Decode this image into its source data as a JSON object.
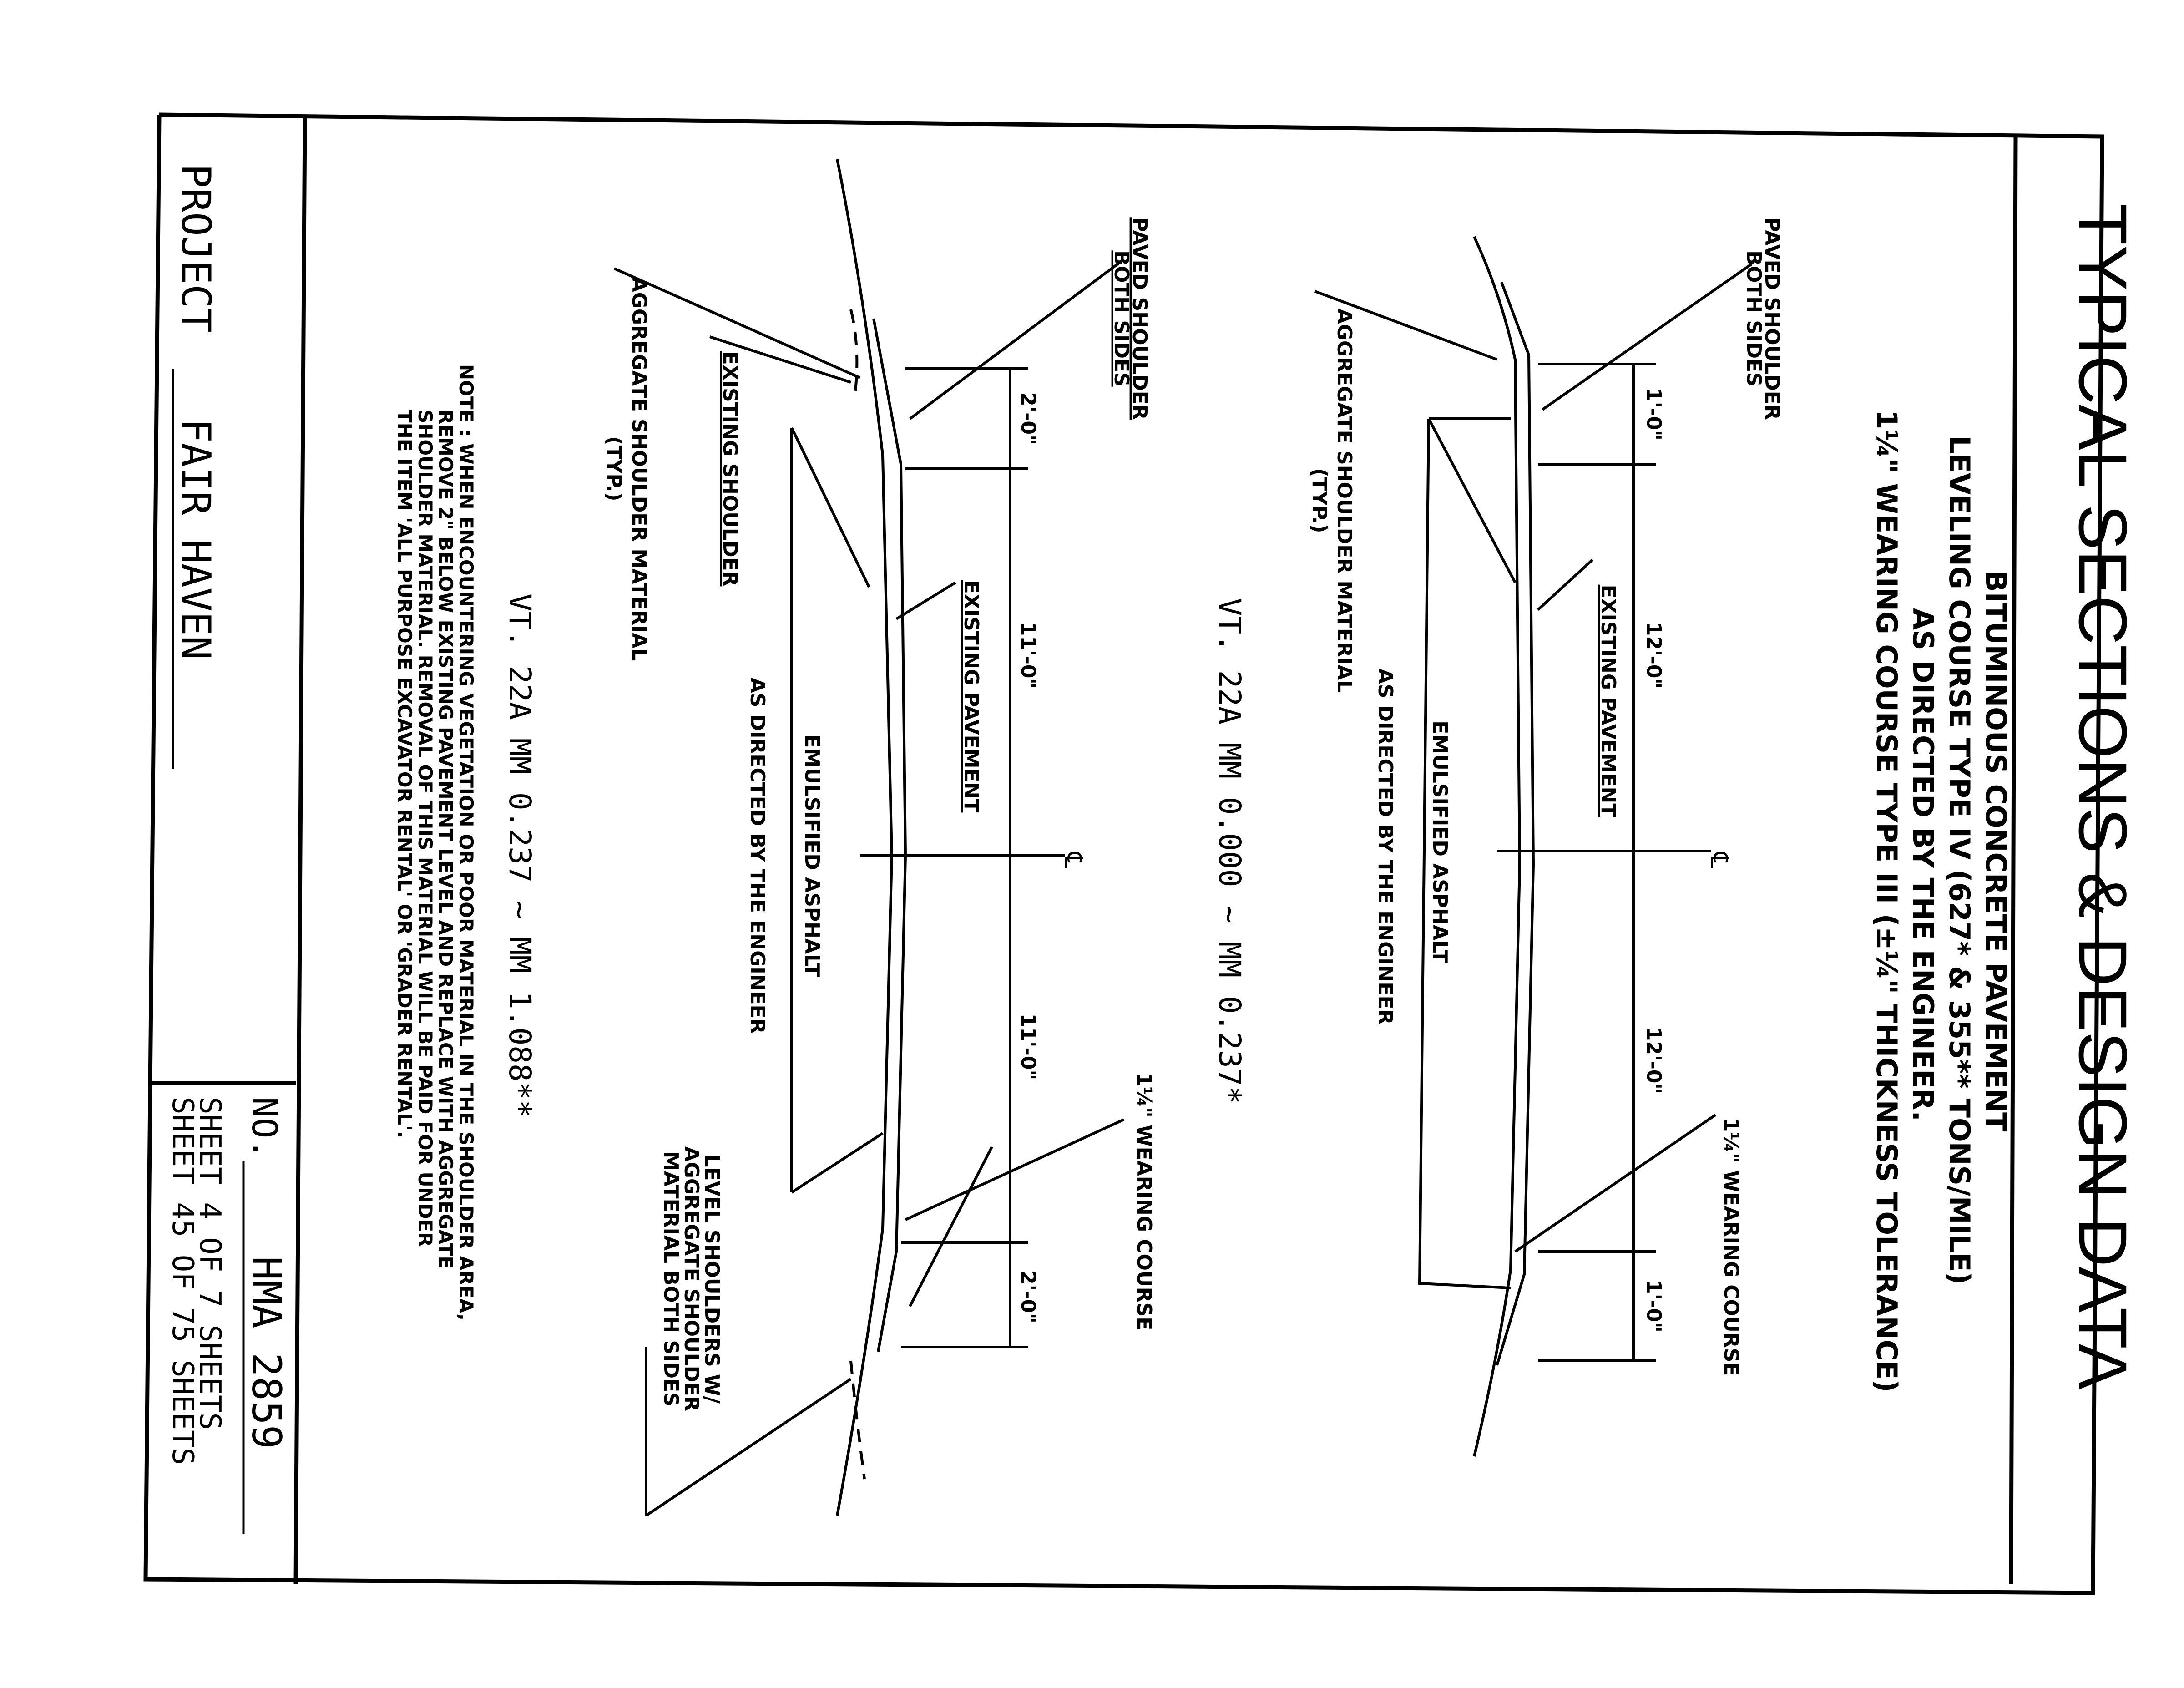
{
  "header": {
    "title": "TYPICAL SECTIONS & DESIGN DATA",
    "line1": "BITUMINOUS CONCRETE PAVEMENT",
    "line2": "LEVELING COURSE TYPE IV (627* & 355** TONS/MILE)",
    "line3": "AS DIRECTED BY THE ENGINEER.",
    "line4": "1¼\" WEARING COURSE TYPE III (±¼\" THICKNESS TOLERANCE)"
  },
  "section1": {
    "paved_shoulder": "PAVED SHOULDER",
    "both_sides": "BOTH SIDES",
    "aggregate": "AGGREGATE SHOULDER MATERIAL",
    "typ": "(TYP.)",
    "existing_pavement": "EXISTING PAVEMENT",
    "emulsified": "EMULSIFIED ASPHALT",
    "as_directed": "AS DIRECTED BY THE ENGINEER",
    "wearing": "1¼\" WEARING COURSE",
    "dim_shoulder_left": "1'-0\"",
    "dim_lane_left": "12'-0\"",
    "dim_lane_right": "12'-0\"",
    "dim_shoulder_right": "1'-0\"",
    "centerline": "℄",
    "caption": "VT. 22A   MM 0.000 ~ MM 0.237*"
  },
  "section2": {
    "paved_shoulder": "PAVED SHOULDER",
    "both_sides": "BOTH SIDES",
    "aggregate": "AGGREGATE SHOULDER MATERIAL",
    "typ": "(TYP.)",
    "existing_shoulder": "EXISTING SHOULDER",
    "existing_pavement": "EXISTING PAVEMENT",
    "emulsified": "EMULSIFIED ASPHALT",
    "as_directed": "AS DIRECTED BY THE ENGINEER",
    "wearing": "1¼\" WEARING COURSE",
    "level1": "LEVEL SHOULDERS W/",
    "level2": "AGGREGATE SHOULDER",
    "level3": "MATERIAL BOTH SIDES",
    "dim_shoulder_left": "2'-0\"",
    "dim_lane_left": "11'-0\"",
    "dim_lane_right": "11'-0\"",
    "dim_shoulder_right": "2'-0\"",
    "centerline": "℄",
    "caption": "VT. 22A   MM 0.237 ~ MM 1.088**"
  },
  "note": {
    "line1": "NOTE : WHEN ENCOUNTERING VEGETATION OR POOR MATERIAL IN THE SHOULDER AREA,",
    "line2": "REMOVE 2\" BELOW EXISTING PAVEMENT LEVEL AND REPLACE WITH AGGREGATE",
    "line3": "SHOULDER MATERIAL. REMOVAL OF THIS MATERIAL WILL BE PAID FOR UNDER",
    "line4": "THE ITEM 'ALL PURPOSE EXCAVATOR RENTAL' OR 'GRADER RENTAL'."
  },
  "title_block": {
    "project_label": "PROJECT",
    "project_name": "FAIR HAVEN",
    "no_label": "NO.",
    "no_value": "HMA 2859",
    "sheet_line1": "SHEET  4  OF   7  SHEETS",
    "sheet_line2": "SHEET 45 OF 75 SHEETS"
  }
}
